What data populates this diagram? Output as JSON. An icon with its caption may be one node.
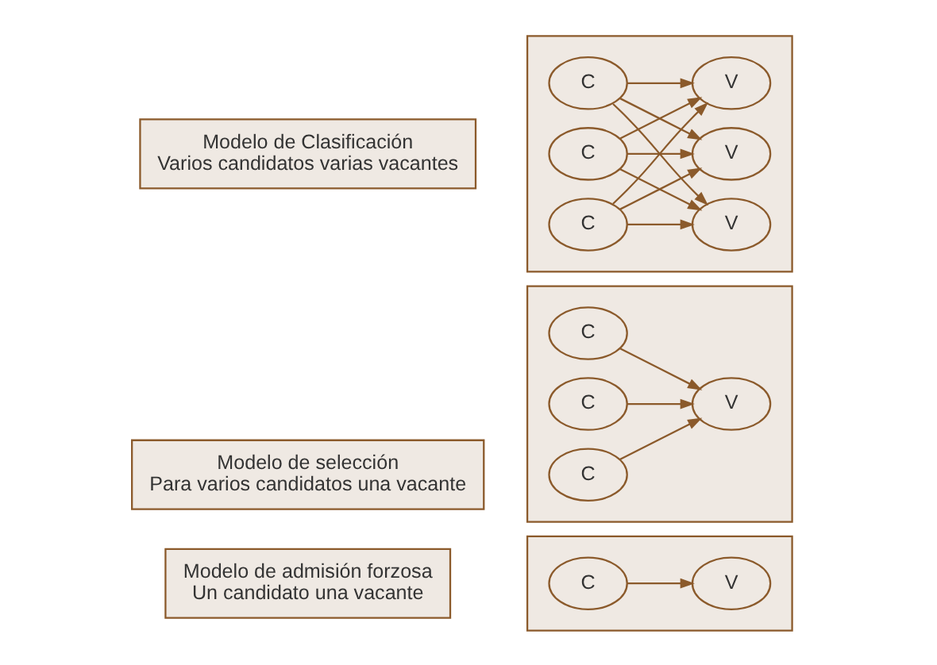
{
  "diagram": {
    "nodes": [
      {
        "text": [
          "Modelo de admisión forzosa",
          "Un candidato una vacante"
        ]
      },
      {
        "text": [],
        "shape": "box"
      },
      {
        "text": [
          "C"
        ],
        "in": 1
      },
      {
        "text": [
          "V"
        ],
        "in": 1
      },
      {
        "text": [
          "Modelo de selección",
          "Para varios candidatos una vacante"
        ]
      },
      {
        "text": [],
        "shape": "box"
      },
      {
        "text": [
          "C"
        ],
        "in": 5
      },
      {
        "text": [
          "C"
        ],
        "in": 5
      },
      {
        "text": [
          "C"
        ],
        "in": 5
      },
      {
        "text": [
          "V"
        ],
        "in": 5
      },
      {
        "text": [
          "Modelo de Clasificación",
          "Varios candidatos varias vacantes"
        ]
      },
      {
        "text": [],
        "shape": "box"
      },
      {
        "text": [
          "C"
        ],
        "in": 11
      },
      {
        "text": [
          "C"
        ],
        "in": 11
      },
      {
        "text": [
          "C"
        ],
        "in": 11
      },
      {
        "text": [
          "V"
        ],
        "in": 11
      },
      {
        "text": [
          "V"
        ],
        "in": 11
      },
      {
        "text": [
          "V"
        ],
        "in": 11
      }
    ],
    "edges": [
      {
        "from": 2,
        "to": 3,
        "arrow": "to"
      },
      {
        "from": 6,
        "to": 9,
        "arrow": "to"
      },
      {
        "from": 7,
        "to": 9,
        "arrow": "to"
      },
      {
        "from": 8,
        "to": 9,
        "arrow": "to"
      },
      {
        "from": 12,
        "to": 15,
        "arrow": "to"
      },
      {
        "from": 12,
        "to": 16,
        "arrow": "to"
      },
      {
        "from": 12,
        "to": 17,
        "arrow": "to"
      },
      {
        "from": 13,
        "to": 15,
        "arrow": "to"
      },
      {
        "from": 13,
        "to": 16,
        "arrow": "to"
      },
      {
        "from": 13,
        "to": 17,
        "arrow": "to"
      },
      {
        "from": 14,
        "to": 15,
        "arrow": "to"
      },
      {
        "from": 14,
        "to": 16,
        "arrow": "to"
      },
      {
        "from": 14,
        "to": 17,
        "arrow": "to"
      }
    ]
  }
}
